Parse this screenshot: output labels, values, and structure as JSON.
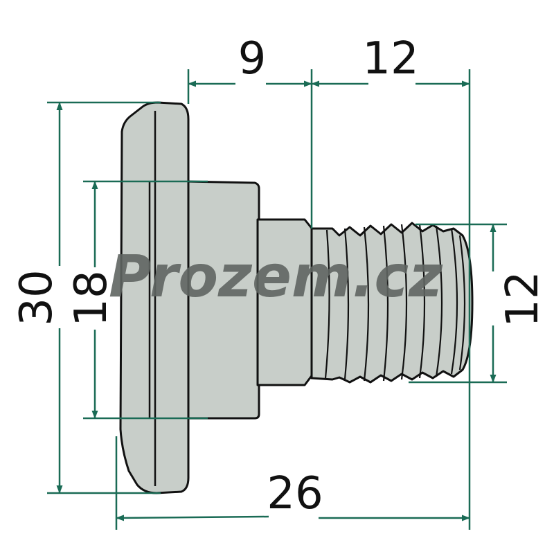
{
  "dimensions": {
    "collar_width": "9",
    "thread_length": "12",
    "head_diameter": "30",
    "collar_diameter": "18",
    "thread_diameter": "12",
    "total_length": "26"
  },
  "watermark": "Prozem.cz",
  "colors": {
    "part_fill": "#c8cec9",
    "outline": "#111111",
    "dimension_line": "#1a6b55",
    "watermark": "#5f6562",
    "background": "#ffffff"
  }
}
